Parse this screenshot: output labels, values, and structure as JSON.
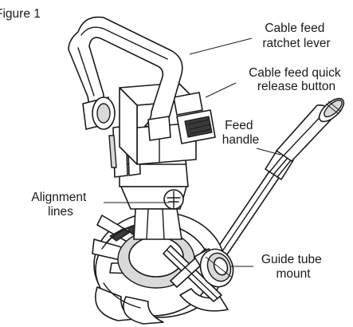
{
  "figure_label": "Figure 1",
  "callouts": {
    "ratchet_lever": [
      "Cable feed",
      "ratchet lever"
    ],
    "quick_release": [
      "Cable feed quick",
      "release button"
    ],
    "feed_handle": [
      "Feed",
      "handle"
    ],
    "alignment_lines": [
      "Alignment",
      "lines"
    ],
    "guide_tube_mount": [
      "Guide tube",
      "mount"
    ]
  }
}
